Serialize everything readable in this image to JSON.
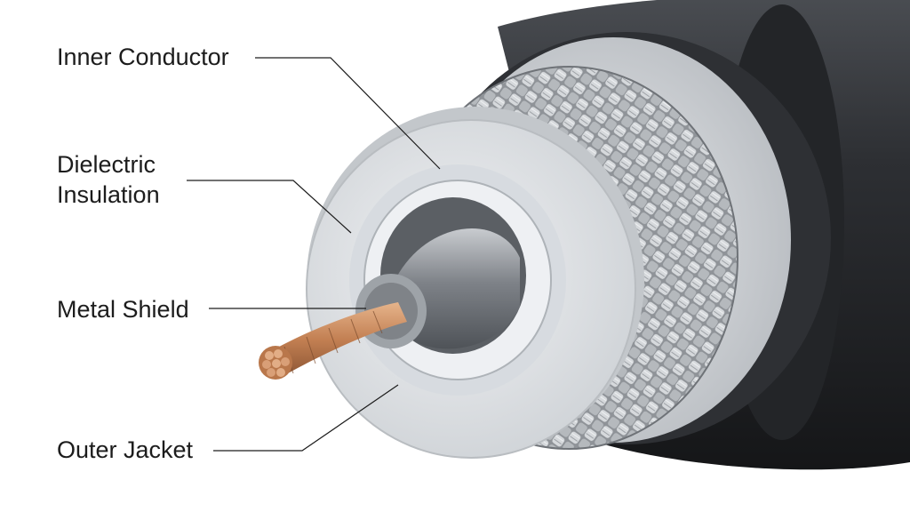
{
  "labels": {
    "inner_conductor": "Inner Conductor",
    "dielectric_line1": "Dielectric",
    "dielectric_line2": "Insulation",
    "metal_shield": "Metal Shield",
    "outer_jacket": "Outer Jacket"
  },
  "colors": {
    "jacket": "#2c2e31",
    "braid": "#a9adb2",
    "foam": "#e6e8ea",
    "foil": "#c9cdd1",
    "conductor_tube": "#8e9297",
    "copper": "#c98a5e",
    "leader": "#1c1c1c"
  },
  "icons": [
    "coax-cable-illustration"
  ]
}
